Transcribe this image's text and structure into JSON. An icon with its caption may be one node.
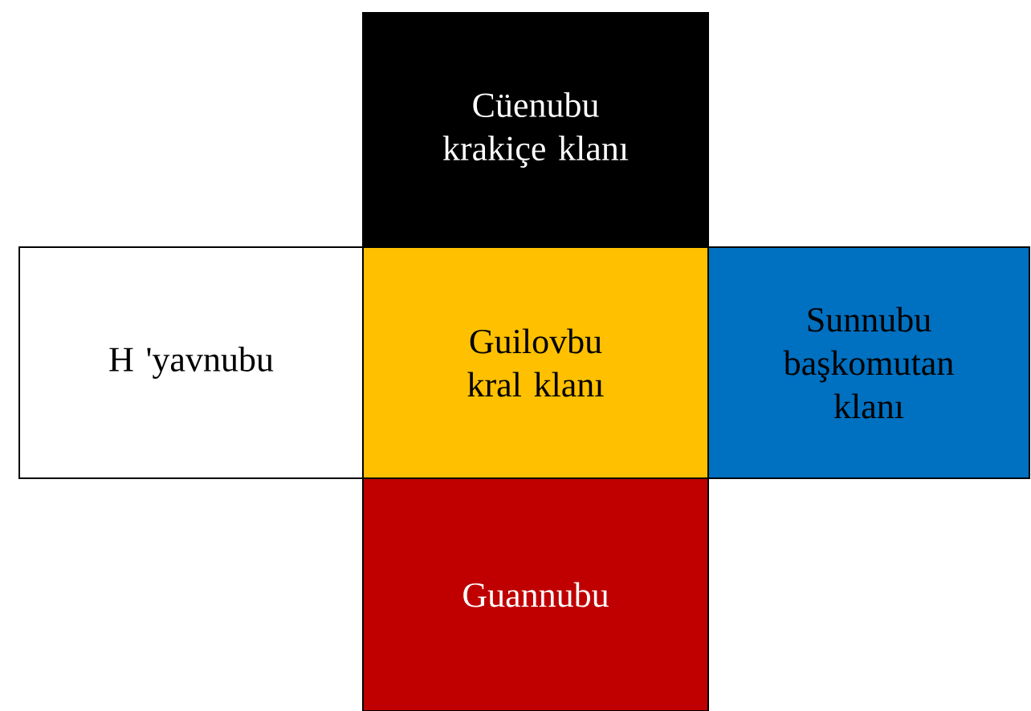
{
  "diagram": {
    "nodes": [
      {
        "text": [
          "Cüenubu krakiçe klanı"
        ]
      },
      {
        "text": [
          "H 'yavnubu"
        ]
      },
      {
        "text": [
          "Guilovbu kral klanı"
        ]
      },
      {
        "text": [
          "Sunnubu başkomutan klanı"
        ]
      },
      {
        "text": [
          "Guannubu"
        ]
      }
    ]
  }
}
